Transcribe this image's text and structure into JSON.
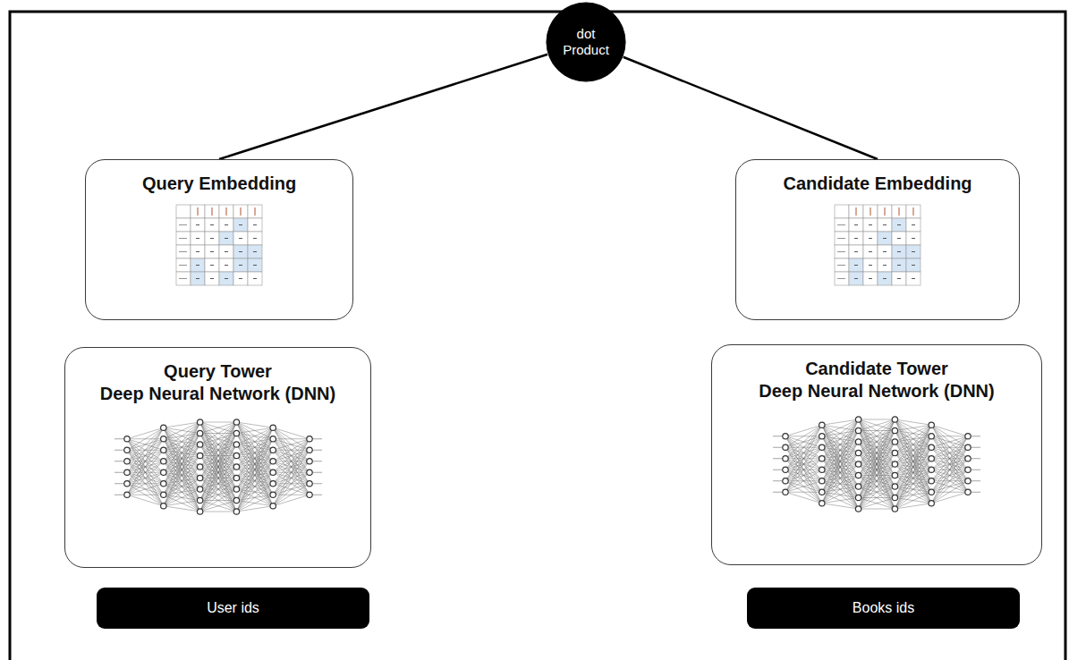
{
  "diagram": {
    "nodes": [
      {
        "text": [
          "dot Product"
        ]
      },
      {
        "text": [
          "Query Embedding"
        ]
      },
      {
        "text": [
          "Candidate Embedding"
        ]
      },
      {
        "text": [
          "Query Tower",
          "Deep Neural Network (DNN)"
        ]
      },
      {
        "text": [
          "Candidate Tower",
          "Deep Neural Network (DNN)"
        ]
      },
      {
        "text": [
          "User ids"
        ]
      },
      {
        "text": [
          "Books ids"
        ]
      }
    ],
    "edges": [
      {
        "from": 0,
        "to": 1,
        "arrow": "none"
      },
      {
        "from": 0,
        "to": 2,
        "arrow": "none"
      }
    ]
  }
}
